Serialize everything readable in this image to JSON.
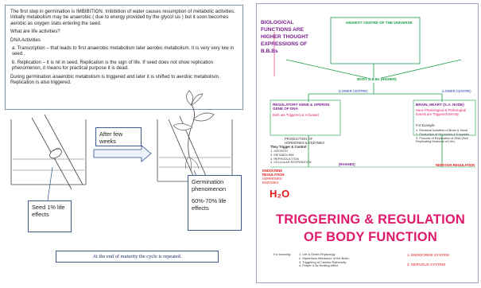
{
  "left": {
    "paragraphs": [
      "The first step in germination is IMBIBITION.  Imbibition of water causes resumption of metabolic activities. Initially metabolism may be anaerobic ( due to energy provided by the glycol sis ) but it soon becomes aerobic as oxygen stats entering the seed.",
      "What are life activities?",
      "DNA Activities",
      "a.      Transcription – that leads to first anaerobic metabolism later aerobic metabolism.  It is very very low in seed .",
      "b.      Replication – it is nil in seed. Replication is the sign of life. If seed does not show replication phenomenon, it means for practical purpose it is dead.",
      "During germination anaerobic metabolism is triggered and later it is shifted to aerobic metabolism.  Replication is also triggered."
    ],
    "after_weeks": "After few weeks",
    "seed": "Seed 1% life effects",
    "germination": "Germination phenomenon",
    "germination_pct": "60%-70% life effects",
    "bottom_note": "At the end of maturity the cycle is repeated."
  },
  "poster": {
    "title_left": "BIOLOGICAL FUNCTIONS ARE HIGHER THOUGHT EXPRESSIONS OF B.B.Bs",
    "top_heading": "HIGHEST CENTRE OF THE UNIVERSE",
    "body_bbs": "BODY B.B.Bs (HIGHER)",
    "lower_centre": "(LOWER CENTRE)",
    "regulatory": "REGULATORY GENE & OPERON GENE OF DNA",
    "regulatory_sub": "Both are Triggered or Activated",
    "brain_heart": "BRAIN, HEART (S.A. NODE)",
    "brain_heart_sub": "Have Physiological & Pathological Events are Triggered Directly",
    "for_example": "For Example",
    "production": "PRODUCTION OF HORMONES & ENZYMES",
    "trigger_control": "They Trigger & Control",
    "trigger_list": [
      "1. GROWTH",
      "2. METABOLISM",
      "3. REPRODUCTION",
      "4. CELLULAR RESPIRATION"
    ],
    "rahabs": "(RAHABS)",
    "brain_list": [
      "1. Electrical Activities of Brain & Heart",
      "2. Production of Hormones & Enzymes",
      "3. Process of Replication of DNA (Self Replicating Molecule of Life)"
    ],
    "endocrine_label": "ENDOCRINE REGULATION",
    "hormones_label": "HORMONES ENZYMES",
    "nervous_reg": "NERVOUS REGULATION",
    "h2o": "H₂O",
    "big_title_1": "TRIGGERING & REGULATION",
    "big_title_2": "OF BODY FUNCTION",
    "knowing_label": "For knowing :",
    "knowing_list": [
      "1. Life & Death Physiology",
      "2. Mysterious Behaviour of the Brain",
      "3. Triggering of Cardiac Rythmicity",
      "4. Prayer & its Healing effect"
    ],
    "system_1": "1. ENDOCRINE SYSTEM",
    "system_2": "2. NERVOUS SYSTEM",
    "colors": {
      "pink": "#e0196c",
      "green": "#18a048",
      "purple": "#7a1f8f",
      "red": "#e41b1b",
      "blue": "#1c3fa8"
    }
  }
}
